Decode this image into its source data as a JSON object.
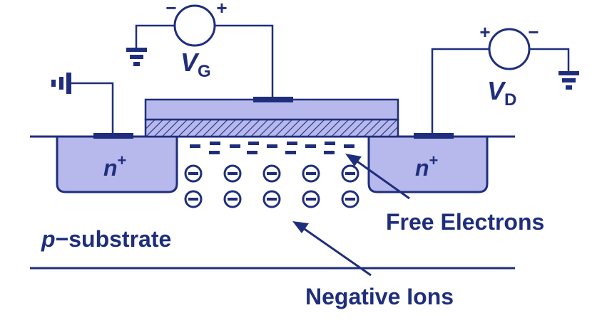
{
  "labels": {
    "vg_main": "V",
    "vg_sub": "G",
    "vd_main": "V",
    "vd_sub": "D",
    "source_n": "n",
    "drain_n": "n",
    "plus": "+",
    "p_letter": "p",
    "substrate_rest": "−substrate",
    "free_electrons": "Free Electrons",
    "negative_ions": "Negative Ions",
    "vg_minus": "−",
    "vg_plus": "+",
    "vd_plus": "+",
    "vd_minus": "−"
  },
  "colors": {
    "ink": "#1f2e7c",
    "region_fill": "#b7b8ec",
    "oxide_fill": "#b7b8ec"
  }
}
